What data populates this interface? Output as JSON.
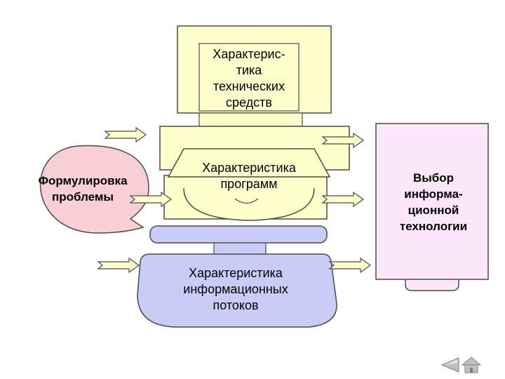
{
  "blocks": {
    "monitor": {
      "text": "Характерис-\nтика\nтехнических\nсредств"
    },
    "drive": {
      "text": "Характеристика\nпрограмм"
    },
    "problem": {
      "text": "Формулировка\nпроблемы"
    },
    "flows": {
      "text": "Характеристика\nинформационных\nпотоков"
    },
    "choice": {
      "text": "Выбор\nинформа-\nционной\nтехнологии"
    }
  },
  "navigation": {
    "back_icon": "back-arrow-icon",
    "home_icon": "home-icon"
  },
  "colors": {
    "monitor_fill": "#ffffcc",
    "problem_fill": "#f8cfd3",
    "flows_fill": "#c9cdf5",
    "choice_fill": "#fde8fb",
    "stroke": "#4a4a4a",
    "nav_fill": "#c0c0c0"
  }
}
